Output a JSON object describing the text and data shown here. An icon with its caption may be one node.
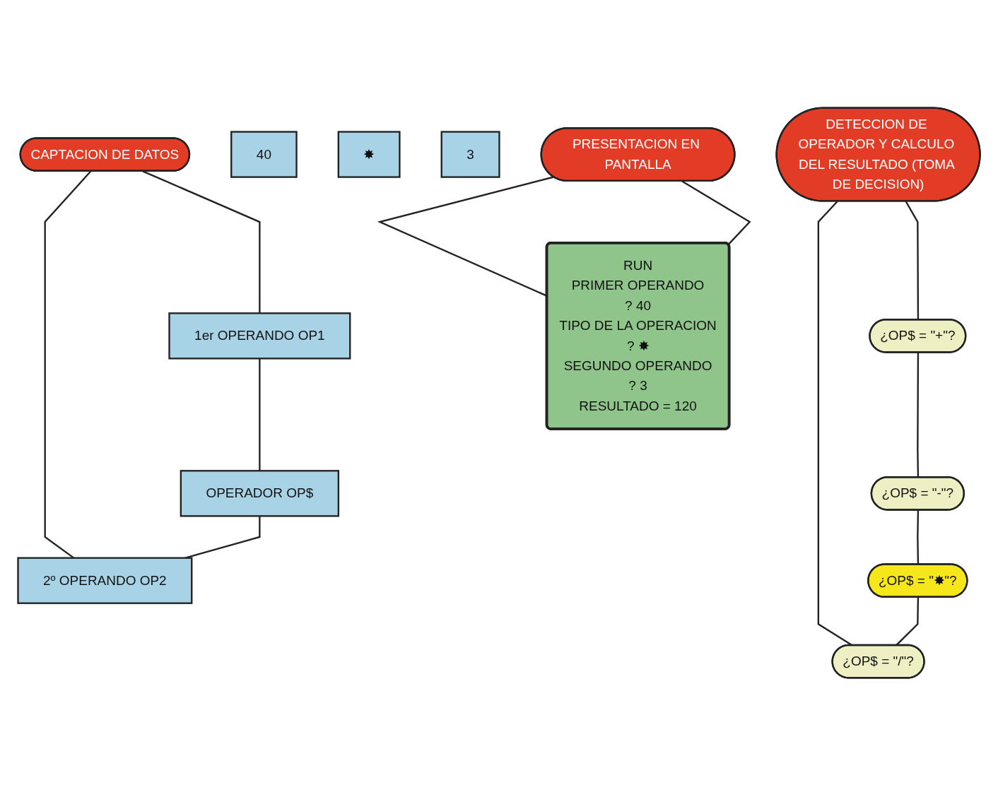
{
  "diagram": {
    "nodes": [
      {
        "text": [
          "CAPTACION DE DATOS"
        ]
      },
      {
        "text": [
          "40"
        ]
      },
      {
        "text": [
          "✸"
        ]
      },
      {
        "text": [
          "3"
        ]
      },
      {
        "text": [
          "1er OPERANDO OP1"
        ]
      },
      {
        "text": [
          "OPERADOR OP$"
        ]
      },
      {
        "text": [
          "2º OPERANDO OP2"
        ]
      },
      {
        "text": [
          "DETECCION DE OPERADOR Y CALCULO DEL RESULTADO (TOMA DE DECISION)"
        ]
      },
      {
        "text": [
          "¿OP$ = \"+\"?"
        ]
      },
      {
        "text": [
          "¿OP$ = \"-\"?"
        ]
      },
      {
        "text": [
          "¿OP$ = \"✸\"?"
        ]
      },
      {
        "text": [
          "¿OP$ = \"/\"?"
        ]
      },
      {
        "text": [
          "PRESENTACION EN PANTALLA"
        ]
      },
      {
        "text": [
          "RUN",
          "PRIMER OPERANDO",
          "? 40",
          "TIPO DE LA OPERACION",
          "? ✸",
          "SEGUNDO OPERANDO",
          "? 3",
          "RESULTADO = 120"
        ]
      }
    ],
    "edges": [
      {
        "from": 0,
        "to": 4,
        "arrow": "none"
      },
      {
        "from": 0,
        "to": 6,
        "arrow": "none"
      },
      {
        "from": 4,
        "to": 5,
        "arrow": "none"
      },
      {
        "from": 5,
        "to": 6,
        "arrow": "none"
      },
      {
        "from": 7,
        "to": 8,
        "arrow": "none"
      },
      {
        "from": 7,
        "to": 11,
        "arrow": "none"
      },
      {
        "from": 8,
        "to": 9,
        "arrow": "none"
      },
      {
        "from": 9,
        "to": 10,
        "arrow": "none"
      },
      {
        "from": 10,
        "to": 11,
        "arrow": "none"
      },
      {
        "from": 12,
        "to": 13,
        "arrow": "none"
      },
      {
        "from": 12,
        "to": 13,
        "arrow": "none"
      }
    ]
  }
}
